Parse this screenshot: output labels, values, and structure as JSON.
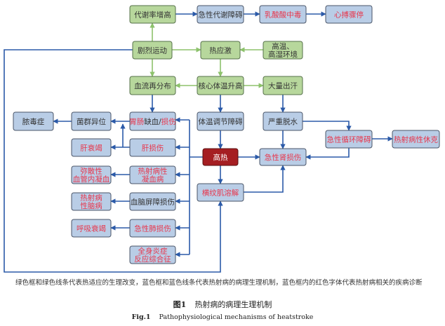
{
  "colors": {
    "green_fill": "#b7d79c",
    "green_border": "#56704a",
    "green_line": "#8dc26c",
    "blue_fill": "#b9cde6",
    "blue_border": "#4a5568",
    "blue_line": "#2b5aa8",
    "red_fill": "#a51e22",
    "red_text": "#e8364c",
    "black_text": "#333333"
  },
  "nodes": {
    "metabolic_rate": {
      "lines": [
        "代谢率增高"
      ],
      "style": "green",
      "text": "black"
    },
    "acute_metabolic": {
      "lines": [
        "急性代谢障碍"
      ],
      "style": "blue",
      "text": "black"
    },
    "lactic_acidosis": {
      "lines": [
        "乳酸酸中毒"
      ],
      "style": "blue",
      "text": "red"
    },
    "cardiac_arrest": {
      "lines": [
        "心搏骤停"
      ],
      "style": "blue",
      "text": "red"
    },
    "exercise": {
      "lines": [
        "剧烈运动"
      ],
      "style": "green",
      "text": "black"
    },
    "heat_stress": {
      "lines": [
        "热应激"
      ],
      "style": "green",
      "text": "black"
    },
    "hot_humid": {
      "lines": [
        "高温、",
        "高湿环境"
      ],
      "style": "green",
      "text": "black"
    },
    "blood_redistribution": {
      "lines": [
        "血流再分布"
      ],
      "style": "green",
      "text": "black"
    },
    "core_temp": {
      "lines": [
        "核心体温升高"
      ],
      "style": "green",
      "text": "black"
    },
    "sweating": {
      "lines": [
        "大量出汗"
      ],
      "style": "green",
      "text": "black"
    },
    "sepsis": {
      "lines": [
        "脓毒症"
      ],
      "style": "blue",
      "text": "black"
    },
    "translocation": {
      "lines": [
        "菌群异位"
      ],
      "style": "blue",
      "text": "black"
    },
    "gi_ischemia": {
      "segments": [
        {
          "t": "胃肠",
          "c": "red"
        },
        {
          "t": "缺血/",
          "c": "black"
        },
        {
          "t": "损伤",
          "c": "red"
        }
      ],
      "style": "blue"
    },
    "thermoregulation": {
      "lines": [
        "体温调节障碍"
      ],
      "style": "blue",
      "text": "black"
    },
    "dehydration": {
      "lines": [
        "严重脱水"
      ],
      "style": "blue",
      "text": "black"
    },
    "circulatory": {
      "lines": [
        "急性循环障碍"
      ],
      "style": "blue",
      "text": "red"
    },
    "shock": {
      "lines": [
        "热射病性休克"
      ],
      "style": "blue",
      "text": "red"
    },
    "liver_failure": {
      "lines": [
        "肝衰竭"
      ],
      "style": "blue",
      "text": "red"
    },
    "liver_injury": {
      "lines": [
        "肝损伤"
      ],
      "style": "blue",
      "text": "red"
    },
    "hyperthermia": {
      "lines": [
        "高热"
      ],
      "style": "red",
      "text": "white"
    },
    "aki": {
      "lines": [
        "急性肾损伤"
      ],
      "style": "blue",
      "text": "red"
    },
    "dic": {
      "lines": [
        "弥散性",
        "血管内凝血"
      ],
      "style": "blue",
      "text": "red"
    },
    "coagulopathy": {
      "lines": [
        "热射病性",
        "凝血病"
      ],
      "style": "blue",
      "text": "red"
    },
    "rhabdo": {
      "lines": [
        "横纹肌溶解"
      ],
      "style": "blue",
      "text": "red"
    },
    "encephalopathy": {
      "lines": [
        "热射病",
        "性脑病"
      ],
      "style": "blue",
      "text": "red"
    },
    "bbb": {
      "lines": [
        "血脑屏障损伤"
      ],
      "style": "blue",
      "text": "black"
    },
    "resp_failure": {
      "lines": [
        "呼吸衰竭"
      ],
      "style": "blue",
      "text": "red"
    },
    "lung_injury": {
      "lines": [
        "急性肺损伤"
      ],
      "style": "blue",
      "text": "red"
    },
    "sirs": {
      "lines": [
        "全身炎症",
        "反应综合征"
      ],
      "style": "blue",
      "text": "red"
    }
  },
  "note": "绿色框和绿色线条代表热适应的生理改变，蓝色框和蓝色线条代表热射病的病理生理机制，蓝色框内的红色字体代表热射病相关的疾病诊断",
  "caption": {
    "cn_label": "图1",
    "cn_title": "热射病的病理生理机制",
    "en_label": "Fig.1",
    "en_title": "Pathophysiological mechanisms of heatstroke"
  }
}
